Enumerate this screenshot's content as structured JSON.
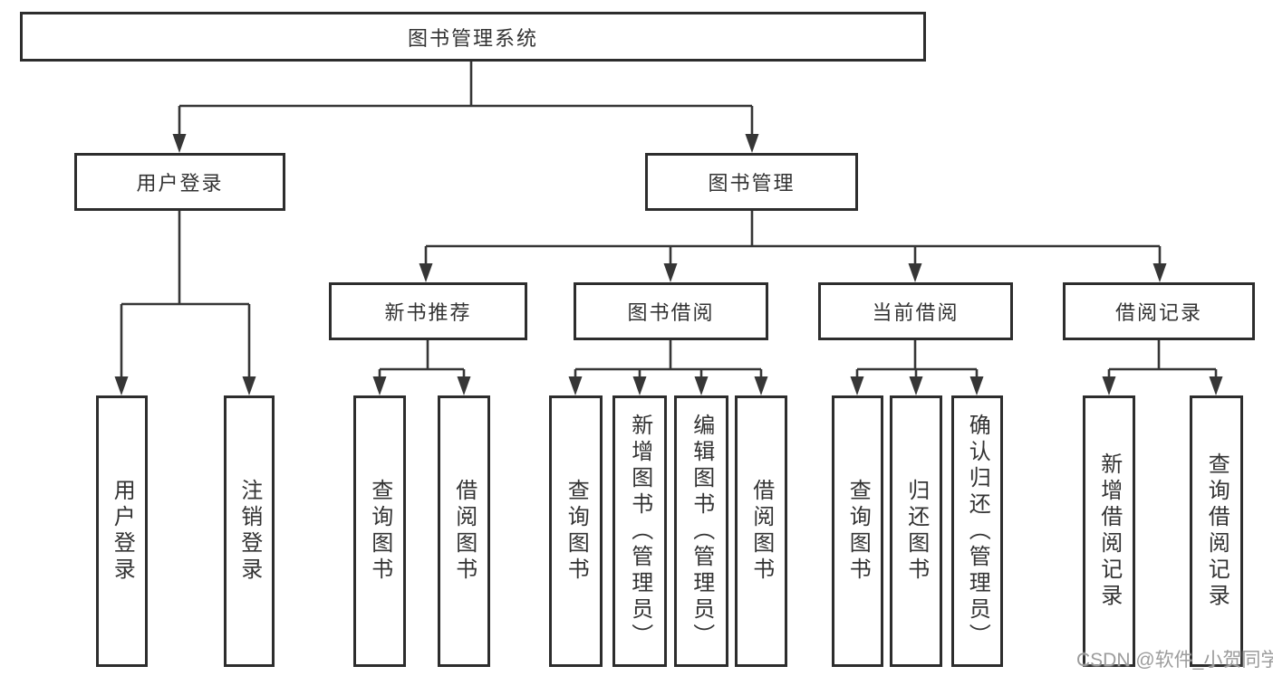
{
  "diagram": {
    "root": {
      "label": "图书管理系统"
    },
    "branches": [
      {
        "label": "用户登录",
        "children": [
          {
            "label": "用户登录"
          },
          {
            "label": "注销登录"
          }
        ]
      },
      {
        "label": "图书管理",
        "children": [
          {
            "label": "新书推荐",
            "children": [
              {
                "label": "查询图书"
              },
              {
                "label": "借阅图书"
              }
            ]
          },
          {
            "label": "图书借阅",
            "children": [
              {
                "label": "查询图书"
              },
              {
                "label": "新增图书（管理员）"
              },
              {
                "label": "编辑图书（管理员）"
              },
              {
                "label": "借阅图书"
              }
            ]
          },
          {
            "label": "当前借阅",
            "children": [
              {
                "label": "查询图书"
              },
              {
                "label": "归还图书"
              },
              {
                "label": "确认归还（管理员）"
              }
            ]
          },
          {
            "label": "借阅记录",
            "children": [
              {
                "label": "新增借阅记录"
              },
              {
                "label": "查询借阅记录"
              }
            ]
          }
        ]
      }
    ]
  },
  "watermark": "CSDN @软件_小贺同学",
  "colors": {
    "line": "#363636",
    "border": "#2d2d2d",
    "text": "#333333",
    "watermark": "#9c9c9c"
  }
}
